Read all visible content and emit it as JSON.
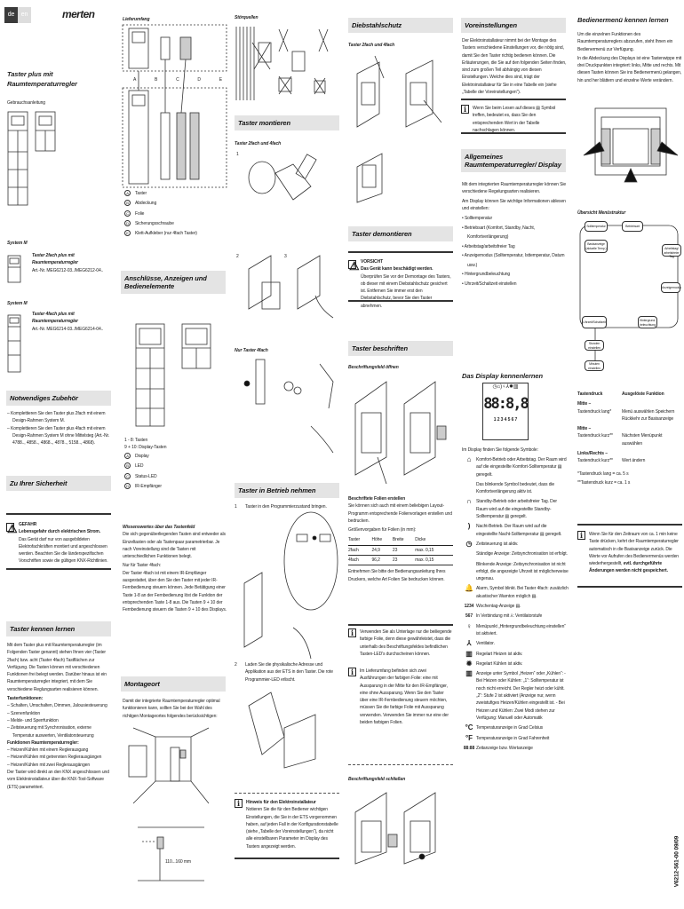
{
  "header": {
    "lang_de": "de",
    "lang_en": "en",
    "logo": "merten",
    "title": "Taster plus mit Raumtemperaturregler",
    "subtitle": "Gebrauchsanleitung"
  },
  "products": [
    {
      "system": "System M",
      "name": "Taster 2fach plus mit Raumtemperaturregler",
      "art": "Art.-Nr. MEG6212-03../MEG6212-04.."
    },
    {
      "system": "System M",
      "name": "Taster 4fach plus mit Raumtemperaturregler",
      "art": "Art.-Nr. MEG6214-03../MEG6214-04.."
    }
  ],
  "zubehoer": {
    "heading": "Notwendiges Zubehör",
    "items": [
      "– Komplettieren Sie den Taster plus 2fach mit einem Design-Rahmen System M.",
      "– Komplettieren Sie den Taster plus 4fach mit einem Design-Rahmen System M ohne Mittelsteg (Art.-Nr. 4788.., 4858.., 4868.., 4878.., 5158.., 4868)."
    ]
  },
  "sicherheit": {
    "heading": "Zu Ihrer Sicherheit",
    "label": "GEFAHR",
    "lead": "Lebensgefahr durch elektrischen Strom.",
    "text": "Das Gerät darf nur von ausgebildeten Elektrofachkräften montiert und angeschlossen werden. Beachten Sie die länderspezifischen Vorschriften sowie die gültigen KNX-Richtlinien."
  },
  "kennen": {
    "heading": "Taster kennen lernen",
    "intro": "Mit dem Taster plus mit Raumtemperaturregler (im Folgenden Taster genannt) stehen Ihnen vier (Taster 2fach) bzw. acht (Taster 4fach) Tastflächen zur Verfügung. Die Tasten können mit verschiedenen Funktionen frei belegt werden. Darüber hinaus ist ein Raumtemperaturregler integriert, mit dem Sie verschiedene Reglungsarten realisieren können.",
    "f1_title": "Tasterfunktionen:",
    "f1": [
      "– Schalten, Umschalten, Dimmen, Jalousiesteuerung",
      "– Szenenfunktion",
      "– Melde- und Sperrfunktion",
      "– Zeitsteuerung mit Synchronisation, externe Temperatur auswerten, Ventilatorsteuerung"
    ],
    "f2_title": "Funktionen Raumtemperaturregler:",
    "f2": [
      "– Heizen/Kühlen mit einem Reglerausgang",
      "– Heizen/Kühlen mit getrennten Reglerausgängen",
      "– Heizen/Kühlen mit zwei Reglerausgängen"
    ],
    "outro": "Der Taster wird direkt an den KNX angeschlossen und vom Elektroinstallateur über die KNX-Tool-Software (ETS) parametriert."
  },
  "lieferumfang": {
    "title": "Lieferumfang",
    "letters": [
      "A",
      "B",
      "C",
      "D",
      "E"
    ],
    "items": [
      {
        "k": "A",
        "t": "Taster"
      },
      {
        "k": "B",
        "t": "Abdeckung"
      },
      {
        "k": "C",
        "t": "Folie"
      },
      {
        "k": "D",
        "t": "Sicherungsschraube"
      },
      {
        "k": "E",
        "t": "Klett-Aufkleber (nur 4fach Taster)"
      }
    ]
  },
  "anschluesse": {
    "heading": "Anschlüsse, Anzeigen und Bedienelemente",
    "labels": [
      "1 - 8: Tasten",
      "9 + 10: Display-Tasten"
    ],
    "items": [
      {
        "k": "A",
        "t": "Display"
      },
      {
        "k": "B",
        "t": "LED"
      },
      {
        "k": "C",
        "t": "Status-LED"
      },
      {
        "k": "D",
        "t": "IR-Empfänger"
      }
    ],
    "wissen_title": "Wissenswertes über das Tastenfeld",
    "wissen": "Die sich gegenüberliegenden Tasten sind entweder als Einzeltasten oder als Tastenpaar parametrierbar. Je nach Voreinstellung sind die Tasten mit unterschiedlichen Funktionen belegt.",
    "nur4": "Nur für Taster 4fach:",
    "nur4_text": "Der Taster 4fach ist mit einem IR-Empfänger ausgestattet, über den Sie den Taster mit jeder IR-Fernbedienung steuern können. Jede Betätigung einer Taste 1-8 an der Fernbedienung löst die Funktion der entsprechenden Taste 1-8 aus. Die Tasten 9 + 10 der Fernbedienung steuern die Tasten 9 + 10 des Displays."
  },
  "montageort": {
    "heading": "Montageort",
    "text": "Damit der integrierte Raumtemperaturregler optimal funktionieren kann, sollten Sie bei der Wahl des richtigen Montageortes folgendes berücksichtigen:",
    "height": "110...160 mm"
  },
  "stoer": {
    "title": "Störquellen"
  },
  "montieren": {
    "heading": "Taster montieren",
    "sub": "Taster 2fach und 4fach",
    "only4": "Nur Taster 4fach",
    "steps": [
      "1",
      "2",
      "3"
    ]
  },
  "betrieb": {
    "heading": "Taster in Betrieb nehmen",
    "s1": "Taster in den Programmierzustand bringen.",
    "s2": "Laden Sie die physikalische Adresse und Applikation aus der ETS in den Taster. Die rote Programmier-LED erlischt.",
    "hint_title": "Hinweis für den Elektroinstallateur",
    "hint": "Notieren Sie die für den Bediener wichtigen Einstellungen, die Sie in der ETS vorgenommen haben, auf jeden Fall in der Konfigurationstabelle (siehe „Tabelle der Voreinstellungen“), da nicht alle einstellbaren Parameter im Display des Tasters angezeigt werden."
  },
  "diebstahl": {
    "heading": "Diebstahlschutz",
    "sub": "Taster 2fach und 4fach"
  },
  "demont": {
    "heading": "Taster demontieren",
    "label": "VORSICHT",
    "lead": "Das Gerät kann beschädigt werden.",
    "text": "Überprüfen Sie vor der Demontage des Tasters, ob dieser mit einem Diebstahlschutz gesichert ist. Entfernen Sie immer erst den Diebstahlschutz, bevor Sie den Taster abnehmen."
  },
  "beschriften": {
    "heading": "Taster beschriften",
    "open": "Beschriftungsfeld öffnen",
    "create": "Beschriftete Folien erstellen",
    "create_text": "Sie können sich auch mit einem beliebigen Layout-Programm entsprechende Folienvorlagen erstellen und bedrucken.",
    "sizes": "Größenvorgaben für Folien (in mm):",
    "table": {
      "headers": [
        "Taster",
        "Höhe",
        "Breite",
        "Dicke"
      ],
      "rows": [
        [
          "2fach",
          "24,9",
          "23",
          "max. 0,15"
        ],
        [
          "4fach",
          "96,2",
          "23",
          "max. 0,15"
        ]
      ]
    },
    "after": "Entnehmen Sie bitte der Bedienungsanleitung Ihres Druckers, welche Art Folien Sie bedrucken können.",
    "note1": "Verwenden Sie als Unterlage nur die beiliegende farbige Folie, denn diese gewährleistet, dass die unterhalb des Beschriftungsfeldes befindlichen Tasten-LED's durchscheinen können.",
    "note2": "Im Lieferumfang befinden sich zwei Ausführungen der farbigen Folie: eine mit Aussparung in der Mitte für den IR-Empfänger, eine ohne Aussparung. Wenn Sie den Taster über eine IR-Fernbedienung steuern möchten, müssen Sie die farbige Folie mit Aussparung verwenden. Verwenden Sie immer nur eine der beiden farbigen Folien.",
    "close": "Beschriftungsfeld schließen"
  },
  "vorein": {
    "heading": "Voreinstellungen",
    "text": "Der Elektroinstallateur nimmt bei der Montage des Tasters verschiedene Einstellungen vor, die nötig sind, damit Sie den Taster richtig bedienen können. Die Erläuterungen, die Sie auf den folgenden Seiten finden, sind zum großen Teil abhängig von diesen Einstellungen. Welche dies sind, trägt der Elektroinstallateur für Sie in eine Tabelle ein (siehe „Tabelle der Voreinstellungen“).",
    "note": "Wenn Sie beim Lesen auf dieses ▤ Symbol treffen, bedeutet es, dass Sie den entsprechenden Wert in der Tabelle nachschlagen können."
  },
  "allgemein": {
    "heading": "Allgemeines Raumtemperaturregler/ Display",
    "p1": "Mit dem integrierten Raumtemperaturregler können Sie verschiedene Regelungsarten realisieren.",
    "p2": "Am Display können Sie wichtige Informationen ablesen und einstellen:",
    "items": [
      "• Solltemperatur",
      "• Betriebsart (Komfort, Standby, Nacht, Komfortverlängerung)",
      "• Arbeitstag/arbeitsfreier Tag",
      "• Anzeigemodus (Solltemperatur, Isttemperatur, Datum usw.)",
      "• Hintergrundbeleuchtung",
      "• Uhrzeit/Schaltzeit einstellen"
    ]
  },
  "display": {
    "heading": "Das Display kennenlernen",
    "digits": "88:8,8",
    "days": "1 2 3 4 5 6 7",
    "intro": "Im Display finden Sie folgende Symbole:",
    "symbols": [
      {
        "g": "⌂",
        "t": "Komfort-Betrieb oder Arbeitstag. Der Raum wird auf die eingestellte Komfort-Solltemperatur ▤ geregelt."
      },
      {
        "g": "",
        "t": "Das blinkende Symbol bedeutet, dass die Komfortverlängerung aktiv ist."
      },
      {
        "g": "∩",
        "t": "Standby-Betrieb oder arbeitsfreier Tag. Der Raum wird auf die eingestellte Standby-Solltemperatur ▤ geregelt."
      },
      {
        "g": ")",
        "t": "Nacht-Betrieb. Der Raum wird auf die eingestellte Nacht-Solltemperatur ▤ geregelt."
      },
      {
        "g": "◷",
        "t": "Zeitsteuerung ist aktiv."
      },
      {
        "g": "",
        "t": "Ständige Anzeige: Zeitsynchronisation ist erfolgt."
      },
      {
        "g": "",
        "t": "Blinkende Anzeige: Zeitsynchronisation ist nicht erfolgt, die angezeigte Uhrzeit ist möglicherweise ungenau."
      },
      {
        "g": "🔔",
        "t": "Alarm, Symbol blinkt. Bei Taster 4fach: zusätzlich akustischer Warnton möglich ▤."
      },
      {
        "g": "1234",
        "t": "Wochentag-Anzeige ▤."
      },
      {
        "g": "567",
        "t": "In Verbindung mit ⅄: Ventilatorstufe"
      },
      {
        "g": "♀",
        "t": "Menüpunkt „Hintergrundbeleuchtung einstellen“ ist aktiviert."
      },
      {
        "g": "⅄",
        "t": "Ventilator."
      },
      {
        "g": "▥",
        "t": "Regelart Heizen ist aktiv."
      },
      {
        "g": "✹",
        "t": "Regelart Kühlen ist aktiv."
      },
      {
        "g": "▥",
        "t": "Anzeige unter Symbol „Heizen“ oder „Kühlen“: - Bei Heizen oder Kühlen: „1“: Solltemperatur ist noch nicht erreicht. Der Regler heizt oder kühlt. „2“: Stufe 2 ist aktiviert (Anzeige nur, wenn zweistufiges Heizen/Kühlen eingestellt ist. - Bei Heizen und Kühlen: Zwei Modi stehen zur Verfügung: Manuell oder Automatik"
      },
      {
        "g": "°C",
        "t": "Temperaturanzeige in Grad Celsius"
      },
      {
        "g": "°F",
        "t": "Temperaturanzeige in Grad Fahrenheit"
      },
      {
        "g": "88:88",
        "t": "Zeitanzeige bzw. Wertanzeige"
      }
    ]
  },
  "menu": {
    "heading": "Bedienermenü kennen lernen",
    "p1": "Um die einzelnen Funktionen des Raumtemperaturreglers abzurufen, steht Ihnen ein Bedienermenü zur Verfügung.",
    "p2": "In die Abdeckung des Displays ist eine Tastenwippe mit drei Druckpunkten integriert: links, Mitte und rechts. Mit diesen Tasten können Sie ins Bedienermenü gelangen, hin und her blättern und einzelne Werte verändern.",
    "overview": "Übersicht Menüstruktur",
    "nodes": [
      "Solltemperatur",
      "Betriebsart",
      "Basisanzeige (aktuelle Temp.)",
      "Arbeitstag/ arbeitsfreier Tag",
      "Anzeigemodus",
      "Hintergrund-beleuchtung",
      "Uhrzeit/Schaltzeit",
      "Stunden einstellen",
      "Minuten einstellen"
    ],
    "table_headers": [
      "Tastendruck",
      "Ausgelöste Funktion"
    ],
    "rows": [
      {
        "k": "Mitte –",
        "v": "",
        "bold": true
      },
      {
        "k": "Tastendruck lang*",
        "v": "Menü auswählen Speichern Rückkehr zur Basisanzeige"
      },
      {
        "k": "Mitte –",
        "v": "",
        "bold": true
      },
      {
        "k": "Tastendruck kurz**",
        "v": "Nächsten Menüpunkt auswählen"
      },
      {
        "k": "Links/Rechts –",
        "v": "",
        "bold": true
      },
      {
        "k": "Tastendruck kurz**",
        "v": "Wert ändern"
      }
    ],
    "fn1": "*Tastendruck lang = ca. 5 s",
    "fn2": "**Tastendruck kurz = ca. 1 s",
    "note": "Wenn Sie für den Zeitraum von ca. 1 min keine Taste drücken, kehrt der Raumtemperaturregler automatisch in die Basisanzeige zurück. Die Werte vor Aufrufen des Bedienermenüs werden wiederhergestellt, ",
    "note_bold": "evtl. durchgeführte Änderungen werden nicht gespeichert."
  },
  "docnum": "V6212-561-00 09/09"
}
